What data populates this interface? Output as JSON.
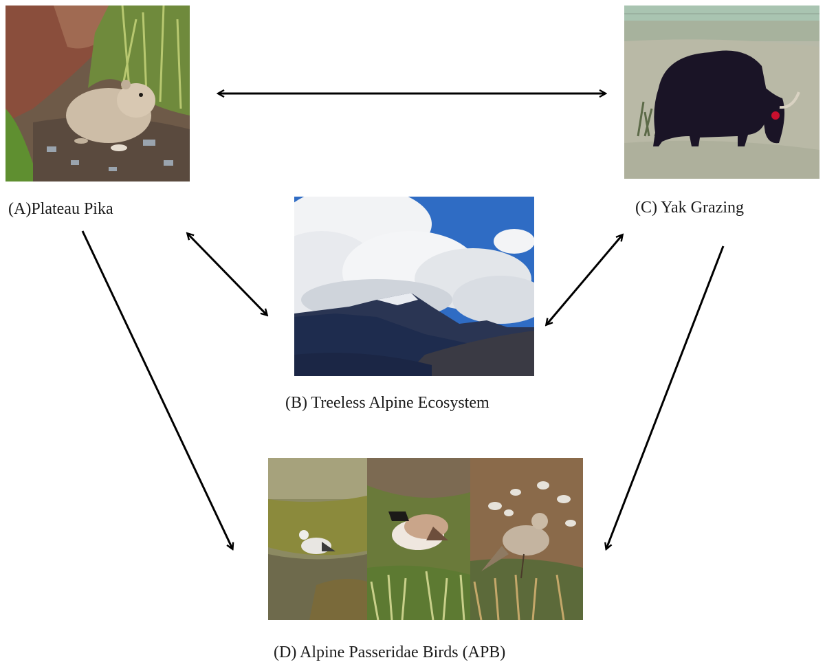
{
  "nodes": {
    "pika": {
      "label": "(A)Plateau Pika"
    },
    "ecosystem": {
      "label": "(B) Treeless Alpine Ecosystem"
    },
    "yak": {
      "label": "(C) Yak Grazing"
    },
    "birds": {
      "label": "(D) Alpine Passeridae Birds (APB)"
    }
  },
  "links": [
    {
      "from": "pika",
      "to": "yak",
      "direction": "both"
    },
    {
      "from": "pika",
      "to": "ecosystem",
      "direction": "both"
    },
    {
      "from": "yak",
      "to": "ecosystem",
      "direction": "both"
    },
    {
      "from": "pika",
      "to": "birds",
      "direction": "forward"
    },
    {
      "from": "yak",
      "to": "birds",
      "direction": "forward"
    }
  ],
  "colors": {
    "arrow": "#000000",
    "sky": "#2f6cc4",
    "yak": "#1a1426"
  }
}
